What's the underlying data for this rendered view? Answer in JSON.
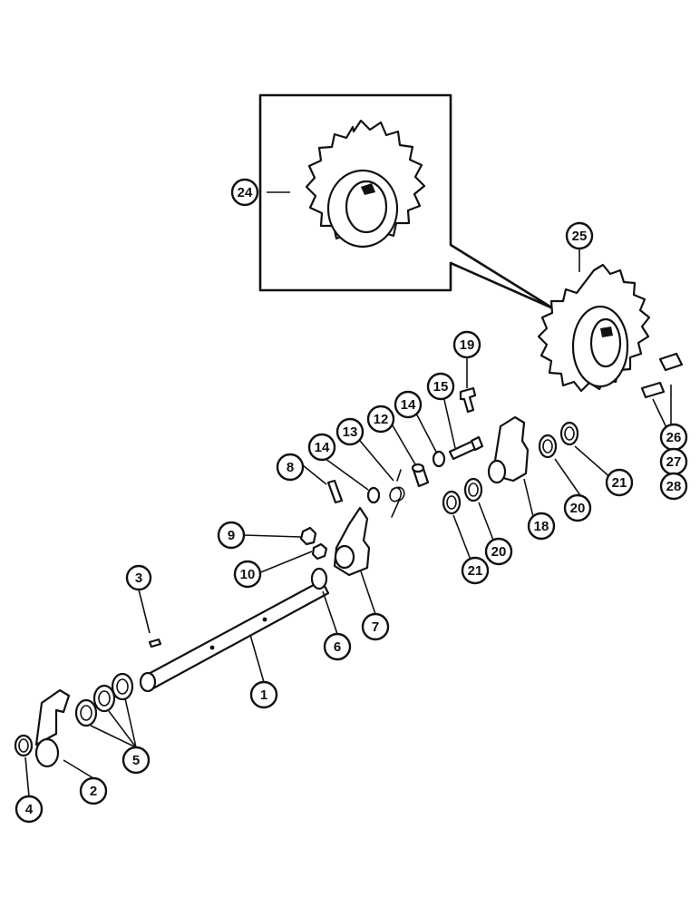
{
  "callouts": {
    "c1": "1",
    "c2": "2",
    "c3": "3",
    "c4": "4",
    "c5": "5",
    "c6": "6",
    "c7": "7",
    "c8": "8",
    "c9": "9",
    "c10": "10",
    "c12": "12",
    "c13": "13",
    "c14a": "14",
    "c14b": "14",
    "c15": "15",
    "c18": "18",
    "c19": "19",
    "c20a": "20",
    "c20b": "20",
    "c21a": "21",
    "c21b": "21",
    "c24": "24",
    "c25": "25",
    "c26": "26",
    "c27": "27",
    "c28": "28"
  }
}
